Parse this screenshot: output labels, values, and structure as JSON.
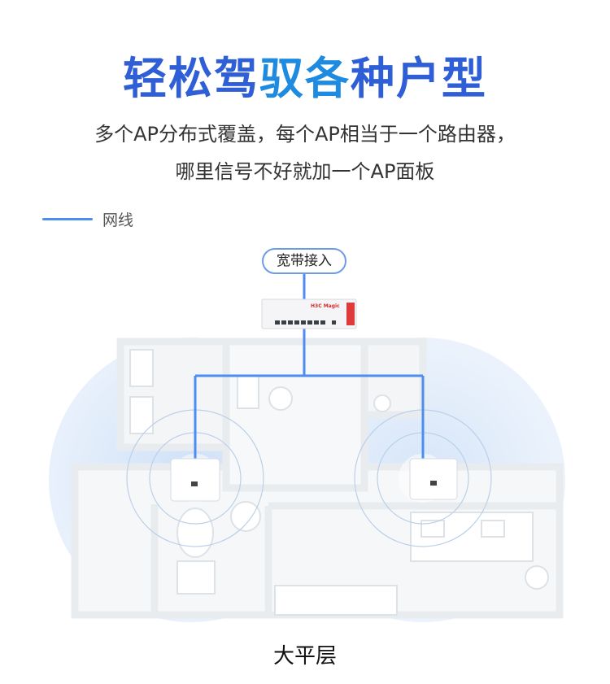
{
  "title": {
    "part1": "轻松驾",
    "part2": "驭各",
    "part3": "种户型"
  },
  "subtitle": {
    "line1": "多个AP分布式覆盖，每个AP相当于一个路由器，",
    "line2": "哪里信号不好就加一个AP面板"
  },
  "legend": {
    "label": "网线",
    "color": "#4d8df0"
  },
  "broadband_label": "宽带接入",
  "router_brand": "H3C Magic",
  "caption": "大平层",
  "colors": {
    "title_blue": "#2f5fd6",
    "title_cyan": "#1e8be0",
    "cable": "#4d8df0",
    "coverage": "#dceaf9"
  }
}
